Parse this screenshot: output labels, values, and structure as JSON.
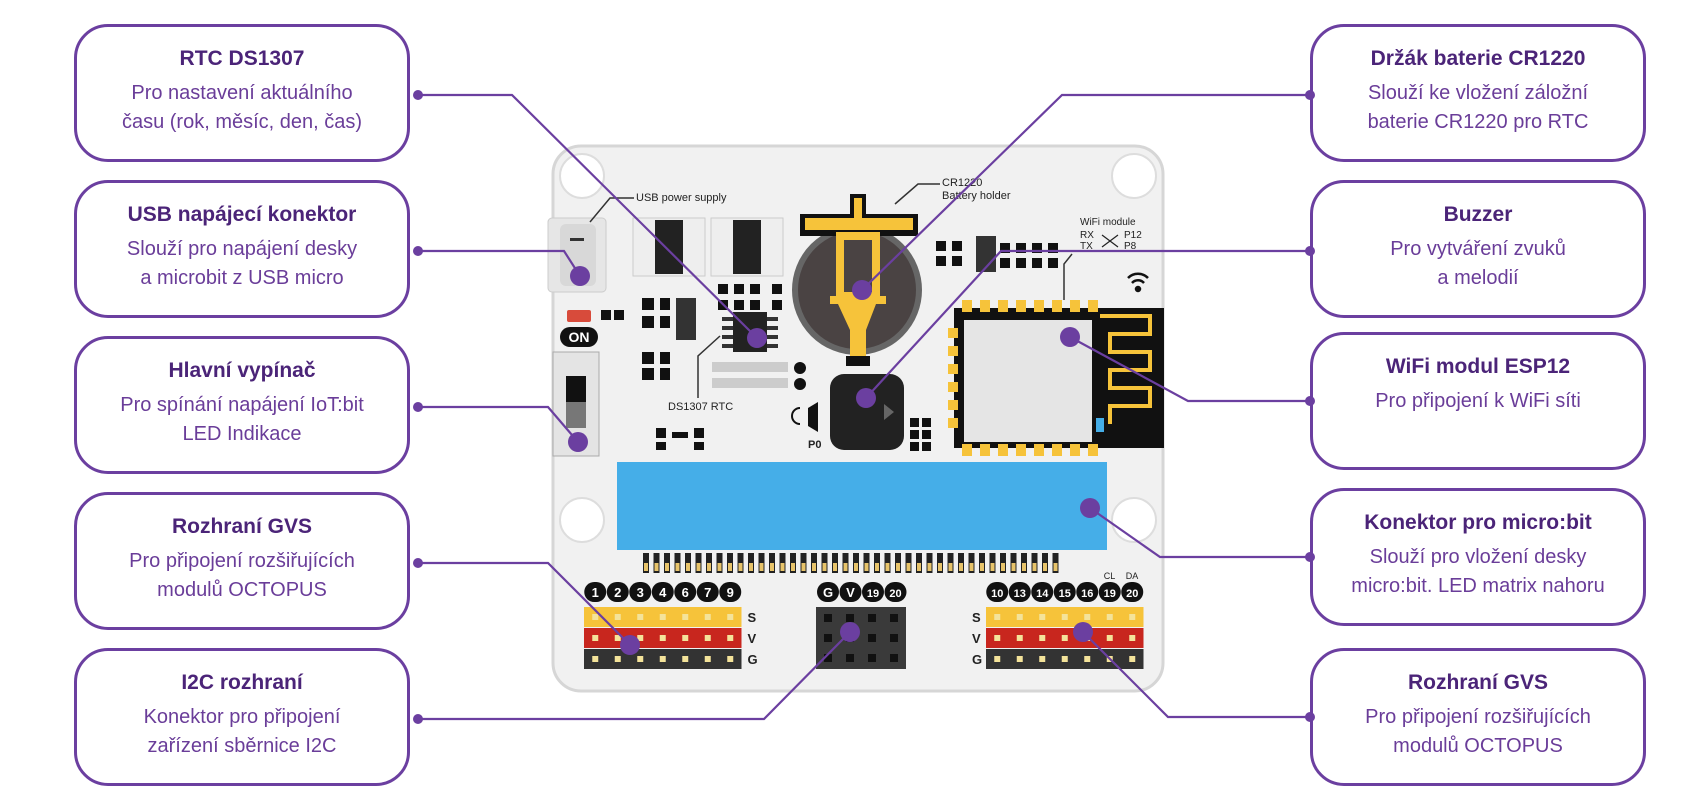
{
  "left_cards": [
    {
      "title": "RTC DS1307",
      "desc": [
        "Pro nastavení aktuálního",
        "času (rok, měsíc, den, čas)"
      ]
    },
    {
      "title": "USB napájecí konektor",
      "desc": [
        "Slouží pro napájení desky",
        "a microbit z USB micro"
      ]
    },
    {
      "title": "Hlavní vypínač",
      "desc": [
        "Pro spínání napájení  IoT:bit",
        "LED Indikace"
      ]
    },
    {
      "title": "Rozhraní GVS",
      "desc": [
        "Pro připojení rozšiřujících",
        "modulů OCTOPUS"
      ]
    },
    {
      "title": "I2C rozhraní",
      "desc": [
        "Konektor pro připojení",
        "zařízení sběrnice I2C"
      ]
    }
  ],
  "right_cards": [
    {
      "title": "Držák baterie CR1220",
      "desc": [
        "Slouží ke vložení  záložní",
        "baterie CR1220 pro RTC"
      ]
    },
    {
      "title": "Buzzer",
      "desc": [
        "Pro vytváření zvuků",
        "a melodií"
      ]
    },
    {
      "title": "WiFi modul ESP12",
      "desc": [
        "Pro připojení k WiFi síti",
        ""
      ]
    },
    {
      "title": "Konektor pro micro:bit",
      "desc": [
        "Slouží pro vložení desky",
        "micro:bit. LED matrix nahoru"
      ]
    },
    {
      "title": "Rozhraní GVS",
      "desc": [
        "Pro připojení rozšiřujících",
        "modulů OCTOPUS"
      ]
    }
  ],
  "board": {
    "usb_label": "USB power supply",
    "battery_label": [
      "CR1220",
      "Battery holder"
    ],
    "wifi_label": [
      "WiFi module",
      "RX",
      "TX",
      "P12",
      "P8"
    ],
    "rtc_label": "DS1307 RTC",
    "on_label": "ON",
    "buzzer_pin": "P0",
    "left_pins": [
      "1",
      "2",
      "3",
      "4",
      "6",
      "7",
      "9"
    ],
    "mid_pins": [
      "G",
      "V",
      "19",
      "20"
    ],
    "right_pins": [
      "10",
      "13",
      "14",
      "15",
      "16",
      "19",
      "20"
    ],
    "right_pin_tags": [
      "CL",
      "DA"
    ],
    "row_labels": [
      "S",
      "V",
      "G"
    ]
  },
  "colors": {
    "accent": "#6b3fa0",
    "microbit": "#45aee8",
    "yellow": "#f6c33a",
    "red": "#c8261e"
  }
}
